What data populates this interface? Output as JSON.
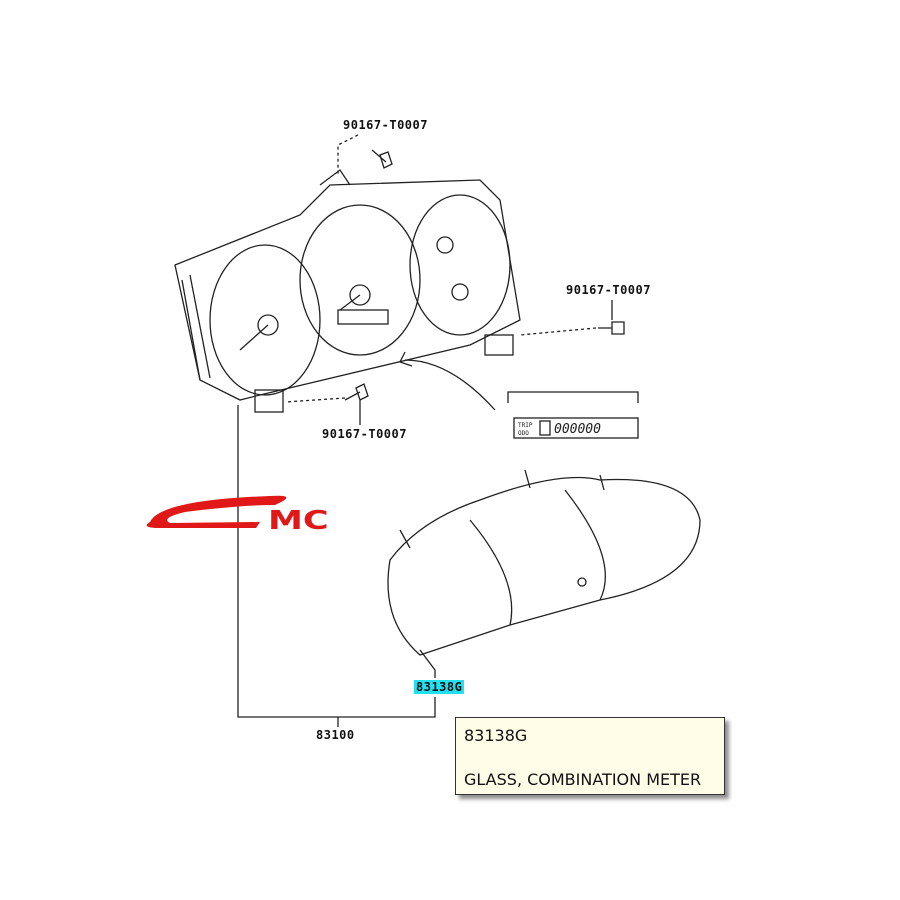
{
  "labels": {
    "bolt_top": "90167-T0007",
    "bolt_right": "90167-T0007",
    "bolt_bottom": "90167-T0007",
    "glass_part": "83138G",
    "assembly_part": "83100"
  },
  "tooltip": {
    "part_number": "83138G",
    "description": "GLASS, COMBINATION METER"
  },
  "logo": {
    "text": "CMC",
    "color": "#e01818"
  },
  "highlight_color": "#22e0f0"
}
